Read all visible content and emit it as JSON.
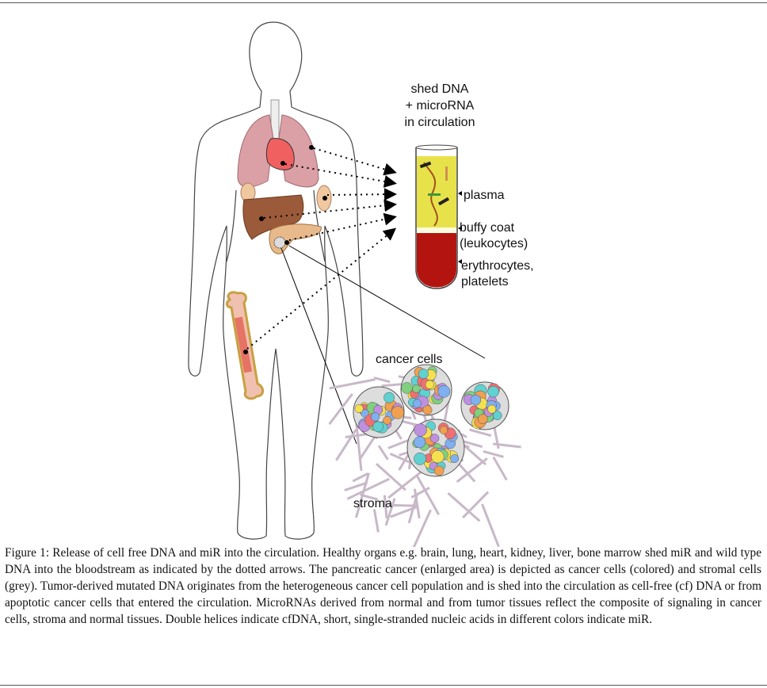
{
  "figure": {
    "labels": {
      "circulation_line1": "shed DNA",
      "circulation_line2": "+ microRNA",
      "circulation_line3": "in circulation",
      "plasma": "plasma",
      "buffy_coat_line1": "buffy coat",
      "buffy_coat_line2": "(leukocytes)",
      "erythrocytes_line1": "erythrocytes,",
      "erythrocytes_line2": "platelets",
      "cancer_cells": "cancer cells",
      "stroma": "stroma"
    },
    "colors": {
      "plasma": "#e8e24a",
      "blood": "#b3140f",
      "lung": "#dba0a6",
      "liver": "#9b5a3a",
      "pancreas": "#e8b98a",
      "bone": "#e0b0a0"
    }
  },
  "caption": {
    "label": "Figure 1",
    "text": ": Release of cell free DNA and miR into the circulation. Healthy organs e.g. brain, lung, heart, kidney, liver, bone marrow shed miR and wild type DNA into the bloodstream as indicated by the dotted arrows. The pancreatic cancer (enlarged area) is depicted as cancer cells (colored) and stromal cells (grey). Tumor-derived mutated DNA originates from the heterogeneous cancer cell population and is shed into the circulation as cell-free (cf) DNA or from apoptotic cancer cells that entered the circulation. MicroRNAs derived from normal and from tumor tissues reflect the composite of signaling in cancer cells, stroma and normal tissues. Double helices indicate cfDNA, short, single-stranded nucleic acids in different colors indicate miR."
  }
}
